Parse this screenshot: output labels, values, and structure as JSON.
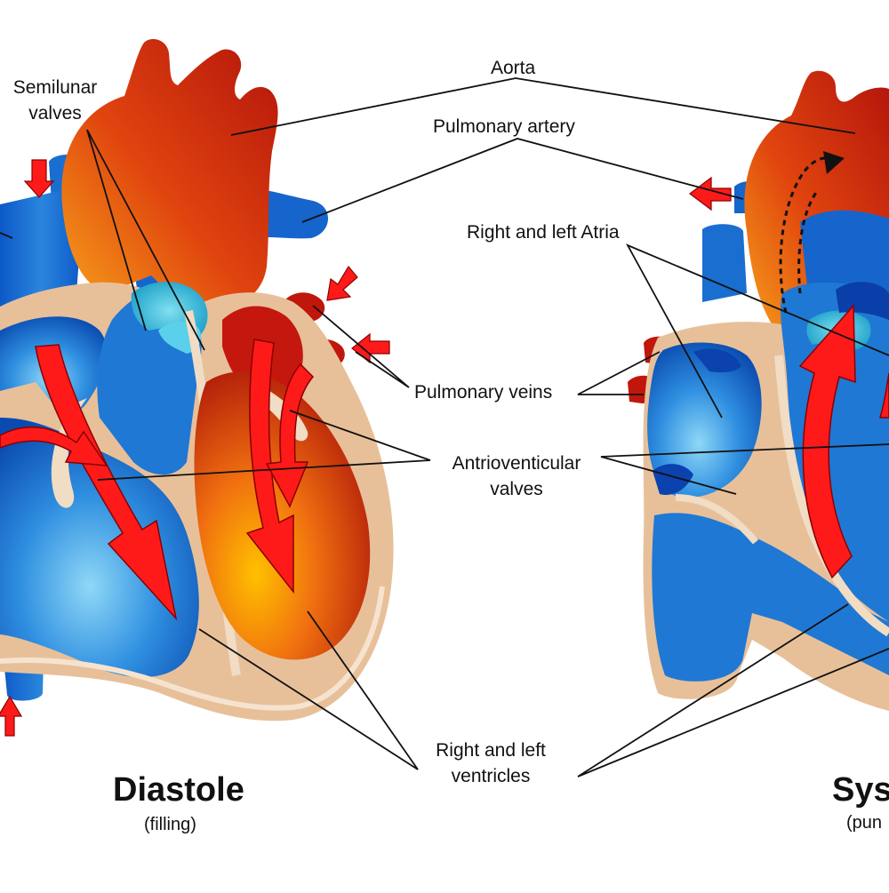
{
  "colors": {
    "deoxygenated_blood": "#1c6fcc",
    "oxygenated_blood": "#e0440e",
    "heart_wall": "#e8c29c",
    "flow_arrow": "#ff1a1a",
    "leader_line": "#111111"
  },
  "labels": {
    "aorta": "Aorta",
    "pulmonary_artery": "Pulmonary artery",
    "atria": "Right and left Atria",
    "semilunar_line1": "Semilunar",
    "semilunar_line2": "valves",
    "pulmonary_veins": "Pulmonary veins",
    "av_valves_line1": "Antrioventicular",
    "av_valves_line2": "valves",
    "ventricles_line1": "Right and left",
    "ventricles_line2": "ventricles"
  },
  "diastole": {
    "title": "Diastole",
    "subtitle": "(filling)"
  },
  "systole": {
    "title": "Sys",
    "subtitle": "(pun"
  }
}
